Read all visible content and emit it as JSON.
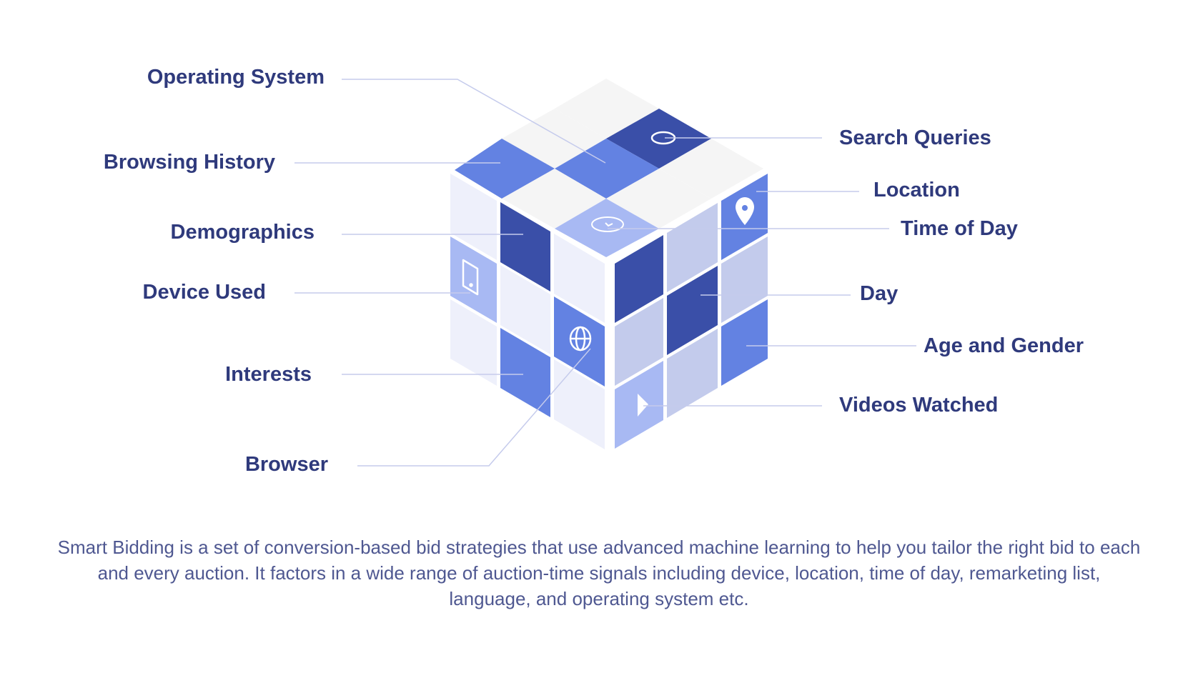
{
  "labels": {
    "operating_system": "Operating System",
    "browsing_history": "Browsing History",
    "demographics": "Demographics",
    "device_used": "Device Used",
    "interests": "Interests",
    "browser": "Browser",
    "search_queries": "Search Queries",
    "location": "Location",
    "time_of_day": "Time of Day",
    "day": "Day",
    "age_and_gender": "Age and Gender",
    "videos_watched": "Videos Watched"
  },
  "caption": "Smart Bidding is a set of conversion-based bid strategies that use advanced machine learning to help you tailor the right bid to each and every auction. It factors in a wide range of auction-time signals including device, location, time of day, remarketing list, language, and operating system etc.",
  "colors": {
    "text": "#2f3a7c",
    "caption": "#4f5891",
    "connector": "#c5cbec",
    "darkest": "#3a4fa8",
    "medium": "#6382e2",
    "light": "#a8b9f3",
    "pale": "#c3cbec",
    "palest": "#eef0fb",
    "top_grey": "#f5f5f5"
  },
  "icons": [
    "search-icon",
    "location-pin-icon",
    "clock-icon",
    "tablet-icon",
    "globe-icon",
    "play-icon"
  ]
}
